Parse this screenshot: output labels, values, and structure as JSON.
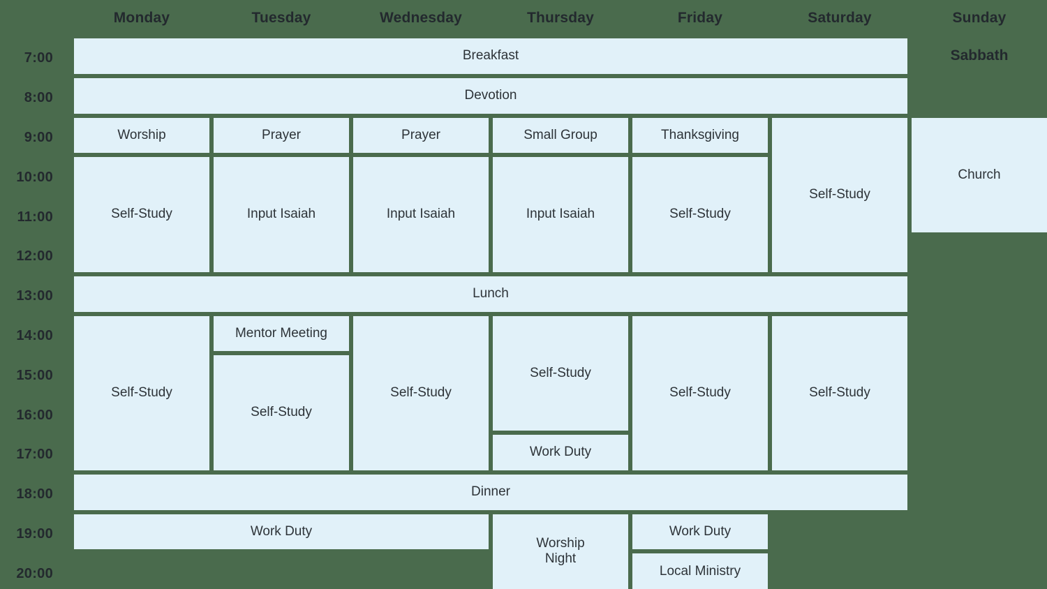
{
  "theme": {
    "background_color": "#4a6b4d",
    "card_color": "#e1f1f9",
    "text_color": "#2d3338",
    "header_text_color": "#23292e"
  },
  "header": {
    "days": [
      {
        "label": "Monday"
      },
      {
        "label": "Tuesday"
      },
      {
        "label": "Wednesday"
      },
      {
        "label": "Thursday"
      },
      {
        "label": "Friday"
      },
      {
        "label": "Saturday"
      },
      {
        "label": "Sunday"
      }
    ]
  },
  "time_axis": {
    "labels": [
      "7:00",
      "8:00",
      "9:00",
      "10:00",
      "11:00",
      "12:00",
      "13:00",
      "14:00",
      "15:00",
      "16:00",
      "17:00",
      "18:00",
      "19:00",
      "20:00"
    ]
  },
  "notes": [
    {
      "label": "Sabbath",
      "day": "Sunday",
      "time": "7:00"
    }
  ],
  "events": [
    {
      "label": "Breakfast",
      "day_start": 0,
      "day_span": 6,
      "row_start": 0,
      "row_span": 1
    },
    {
      "label": "Devotion",
      "day_start": 0,
      "day_span": 6,
      "row_start": 1,
      "row_span": 1
    },
    {
      "label": "Worship",
      "day_start": 0,
      "day_span": 1,
      "row_start": 2,
      "row_span": 1
    },
    {
      "label": "Prayer",
      "day_start": 1,
      "day_span": 1,
      "row_start": 2,
      "row_span": 1
    },
    {
      "label": "Prayer",
      "day_start": 2,
      "day_span": 1,
      "row_start": 2,
      "row_span": 1
    },
    {
      "label": "Small Group",
      "day_start": 3,
      "day_span": 1,
      "row_start": 2,
      "row_span": 1
    },
    {
      "label": "Thanksgiving",
      "day_start": 4,
      "day_span": 1,
      "row_start": 2,
      "row_span": 1
    },
    {
      "label": "Self-Study",
      "day_start": 5,
      "day_span": 1,
      "row_start": 2,
      "row_span": 4
    },
    {
      "label": "Church",
      "day_start": 6,
      "day_span": 1,
      "row_start": 2,
      "row_span": 3,
      "bleed_right": true
    },
    {
      "label": "Self-Study",
      "day_start": 0,
      "day_span": 1,
      "row_start": 3,
      "row_span": 3
    },
    {
      "label": "Input Isaiah",
      "day_start": 1,
      "day_span": 1,
      "row_start": 3,
      "row_span": 3
    },
    {
      "label": "Input Isaiah",
      "day_start": 2,
      "day_span": 1,
      "row_start": 3,
      "row_span": 3
    },
    {
      "label": "Input Isaiah",
      "day_start": 3,
      "day_span": 1,
      "row_start": 3,
      "row_span": 3
    },
    {
      "label": "Self-Study",
      "day_start": 4,
      "day_span": 1,
      "row_start": 3,
      "row_span": 3
    },
    {
      "label": "Lunch",
      "day_start": 0,
      "day_span": 6,
      "row_start": 6,
      "row_span": 1
    },
    {
      "label": "Self-Study",
      "day_start": 0,
      "day_span": 1,
      "row_start": 7,
      "row_span": 4
    },
    {
      "label": "Mentor Meeting",
      "day_start": 1,
      "day_span": 1,
      "row_start": 7,
      "row_span": 1
    },
    {
      "label": "Self-Study",
      "day_start": 1,
      "day_span": 1,
      "row_start": 8,
      "row_span": 3
    },
    {
      "label": "Self-Study",
      "day_start": 2,
      "day_span": 1,
      "row_start": 7,
      "row_span": 4
    },
    {
      "label": "Self-Study",
      "day_start": 3,
      "day_span": 1,
      "row_start": 7,
      "row_span": 3
    },
    {
      "label": "Work Duty",
      "day_start": 3,
      "day_span": 1,
      "row_start": 10,
      "row_span": 1
    },
    {
      "label": "Self-Study",
      "day_start": 4,
      "day_span": 1,
      "row_start": 7,
      "row_span": 4
    },
    {
      "label": "Self-Study",
      "day_start": 5,
      "day_span": 1,
      "row_start": 7,
      "row_span": 4
    },
    {
      "label": "Dinner",
      "day_start": 0,
      "day_span": 6,
      "row_start": 11,
      "row_span": 1
    },
    {
      "label": "Work Duty",
      "day_start": 0,
      "day_span": 3,
      "row_start": 12,
      "row_span": 1
    },
    {
      "label": "Worship\nNight",
      "day_start": 3,
      "day_span": 1,
      "row_start": 12,
      "row_span": 2,
      "two_line": true
    },
    {
      "label": "Work Duty",
      "day_start": 4,
      "day_span": 1,
      "row_start": 12,
      "row_span": 1
    },
    {
      "label": "Local Ministry",
      "day_start": 4,
      "day_span": 1,
      "row_start": 13,
      "row_span": 1
    }
  ]
}
